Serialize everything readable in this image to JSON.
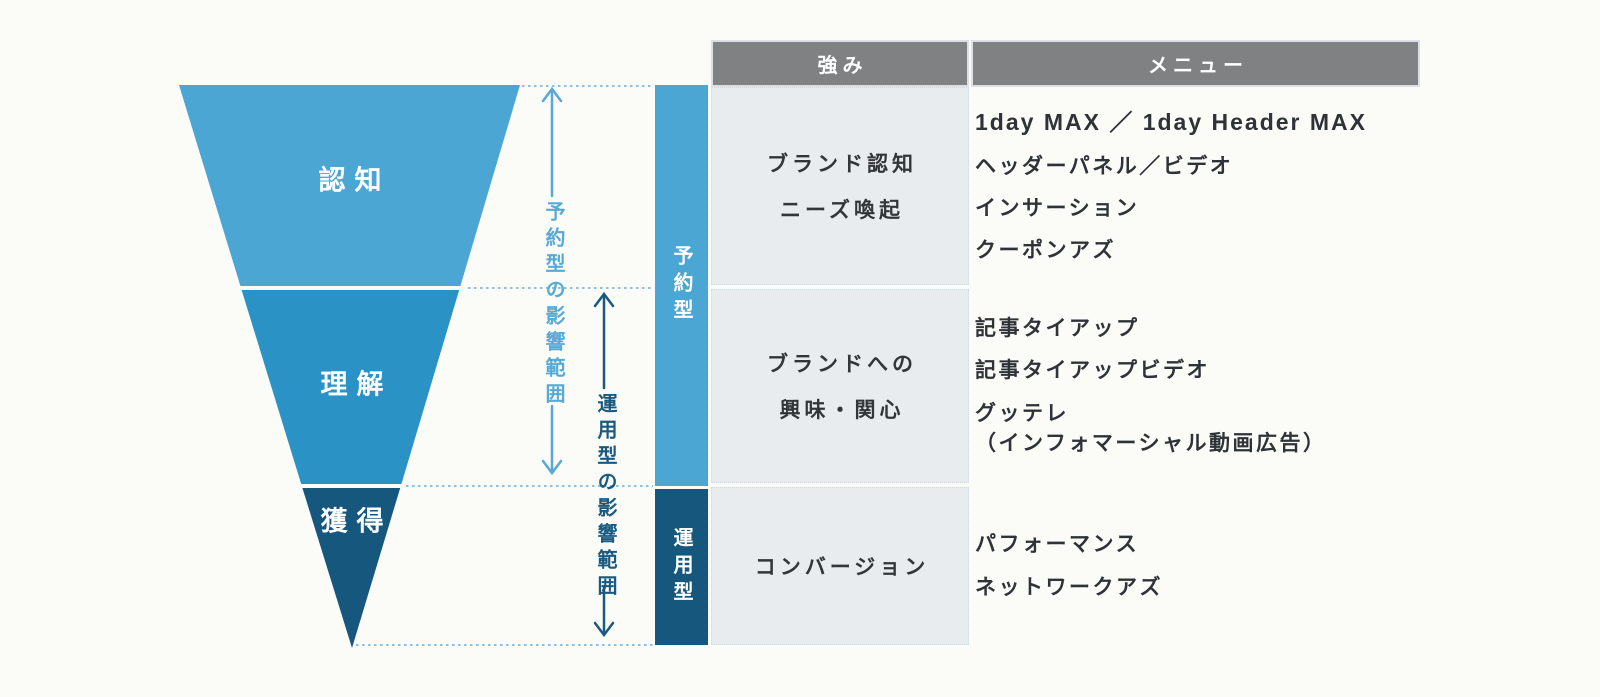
{
  "colors": {
    "background": "#fbfbf8",
    "stage_awareness": "#4ba6d3",
    "stage_understanding": "#2a92c4",
    "stage_acquisition": "#16587d",
    "reserved_accent": "#58aad6",
    "operated_accent": "#1a5a80",
    "dotted_line": "#8cc0dc",
    "header_bg": "#7f8183",
    "cell_bg": "#e9ecee",
    "white": "#ffffff"
  },
  "funnel": {
    "stages": [
      {
        "label": "認知",
        "color": "#4ba6d3"
      },
      {
        "label": "理解",
        "color": "#2a92c4"
      },
      {
        "label": "獲得",
        "color": "#16587d"
      }
    ]
  },
  "ranges": [
    {
      "label": "予約型の影響範囲",
      "color": "#58aad6"
    },
    {
      "label": "運用型の影響範囲",
      "color": "#1a5a80"
    }
  ],
  "categories": [
    {
      "label": "予約型",
      "color": "#4ba6d3"
    },
    {
      "label": "運用型",
      "color": "#16587d"
    }
  ],
  "table": {
    "headers": {
      "strength": "強み",
      "menu": "メニュー"
    },
    "rows": [
      {
        "strength": [
          "ブランド認知",
          "ニーズ喚起"
        ],
        "menu": [
          "1day MAX ／ 1day Header MAX",
          "ヘッダーパネル／ビデオ",
          "インサーション",
          "クーポンアズ"
        ]
      },
      {
        "strength": [
          "ブランドへの",
          "興味・関心"
        ],
        "menu": [
          "記事タイアップ",
          "記事タイアップビデオ",
          "グッテレ",
          "（インフォマーシャル動画広告）"
        ]
      },
      {
        "strength": [
          "コンバージョン"
        ],
        "menu": [
          "パフォーマンス",
          "ネットワークアズ"
        ]
      }
    ]
  }
}
